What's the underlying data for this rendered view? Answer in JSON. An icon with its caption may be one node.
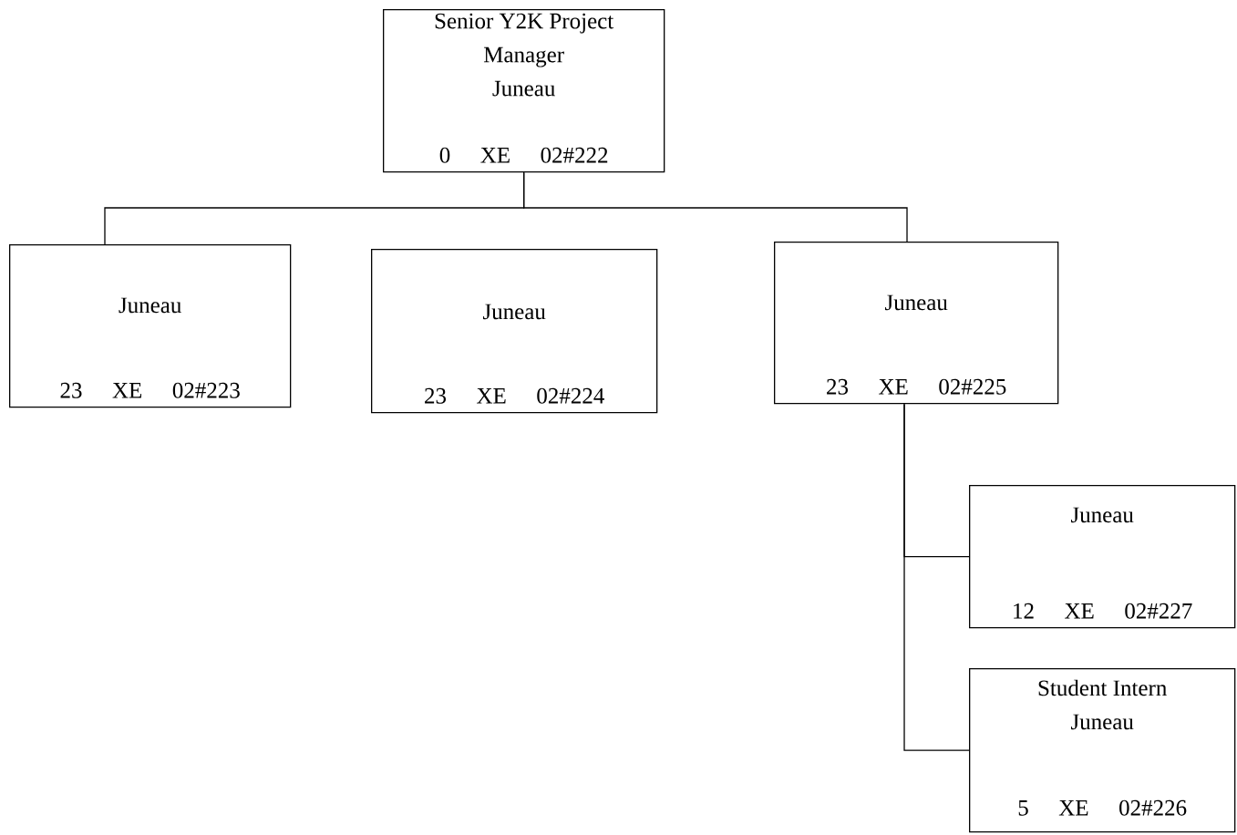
{
  "diagram": {
    "nodes": [
      {
        "text": [
          "Senior Y2K Project Manager",
          "Juneau",
          "0",
          "XE",
          "02#222"
        ]
      },
      {
        "text": [
          "Juneau",
          "23",
          "XE",
          "02#223"
        ]
      },
      {
        "text": [
          "Juneau",
          "23",
          "XE",
          "02#224"
        ]
      },
      {
        "text": [
          "Juneau",
          "23",
          "XE",
          "02#225"
        ]
      },
      {
        "text": [
          "Juneau",
          "12",
          "XE",
          "02#227"
        ]
      },
      {
        "text": [
          "Student Intern",
          "Juneau",
          "5",
          "XE",
          "02#226"
        ]
      }
    ],
    "edges": [
      {
        "from": 0,
        "to": 1,
        "arrow": "none"
      },
      {
        "from": 0,
        "to": 3,
        "arrow": "none"
      },
      {
        "from": 3,
        "to": 4,
        "arrow": "none"
      },
      {
        "from": 3,
        "to": 5,
        "arrow": "none"
      }
    ]
  }
}
